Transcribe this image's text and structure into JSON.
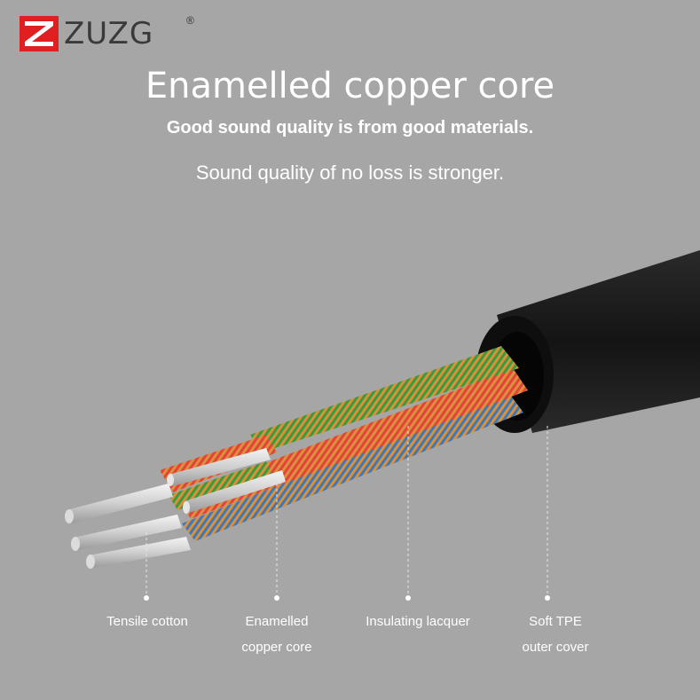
{
  "brand": {
    "name": "ZUZG",
    "registered_mark": "®",
    "accent_color": "#e02020"
  },
  "title": "Enamelled copper core",
  "subtitle": "Good sound quality is from good materials.",
  "tagline": "Sound quality of no loss is stronger.",
  "labels": [
    {
      "line1": "Tensile cotton",
      "line2": ""
    },
    {
      "line1": "Enamelled",
      "line2": "copper core"
    },
    {
      "line1": "Insulating lacquer",
      "line2": ""
    },
    {
      "line1": "Soft TPE",
      "line2": "outer cover"
    }
  ],
  "colors": {
    "background": "#a6a6a6",
    "text": "#ffffff",
    "jacket": "#1c1c1c"
  }
}
